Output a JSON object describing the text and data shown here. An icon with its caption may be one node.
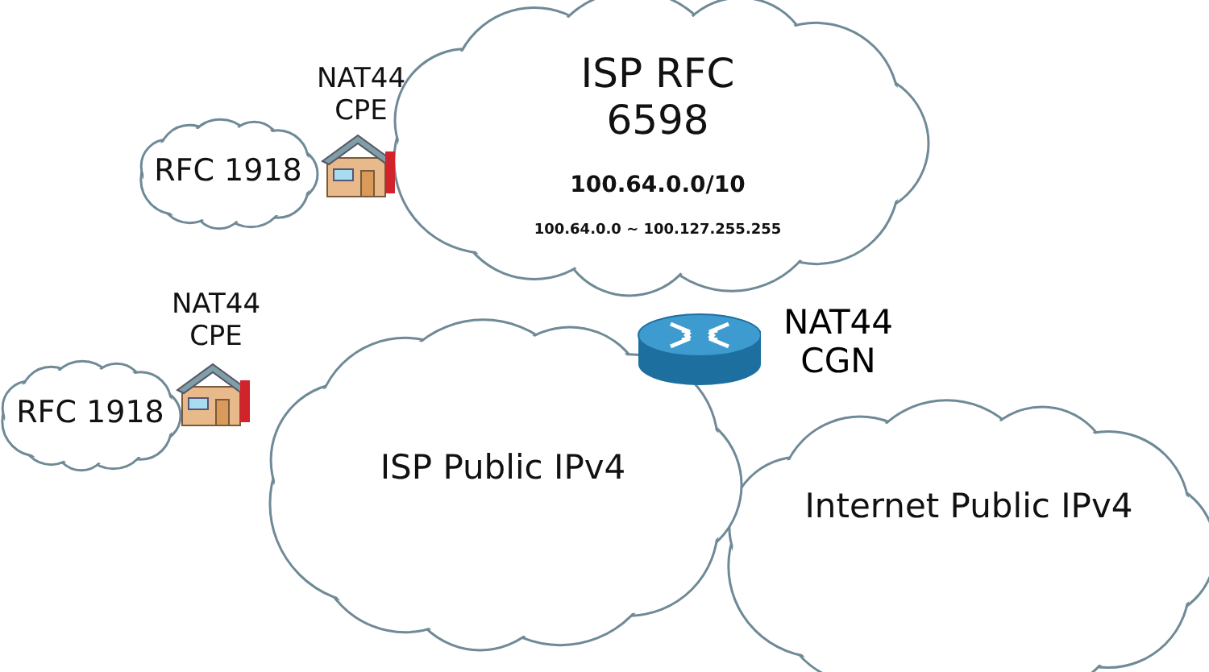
{
  "diagram": {
    "nodes": [
      {
        "text": [
          "RFC 1918"
        ]
      },
      {
        "text": [
          "NAT44 CPE"
        ]
      },
      {
        "text": [
          "ISP RFC 6598",
          "100.64.0.0/10",
          "100.64.0.0 ~ 100.127.255.255"
        ]
      },
      {
        "text": [
          "RFC 1918"
        ]
      },
      {
        "text": [
          "NAT44 CPE"
        ]
      },
      {
        "text": [
          "ISP Public IPv4"
        ]
      },
      {
        "text": [
          "NAT44 CGN"
        ]
      },
      {
        "text": [
          "Internet Public IPv4"
        ]
      }
    ]
  }
}
